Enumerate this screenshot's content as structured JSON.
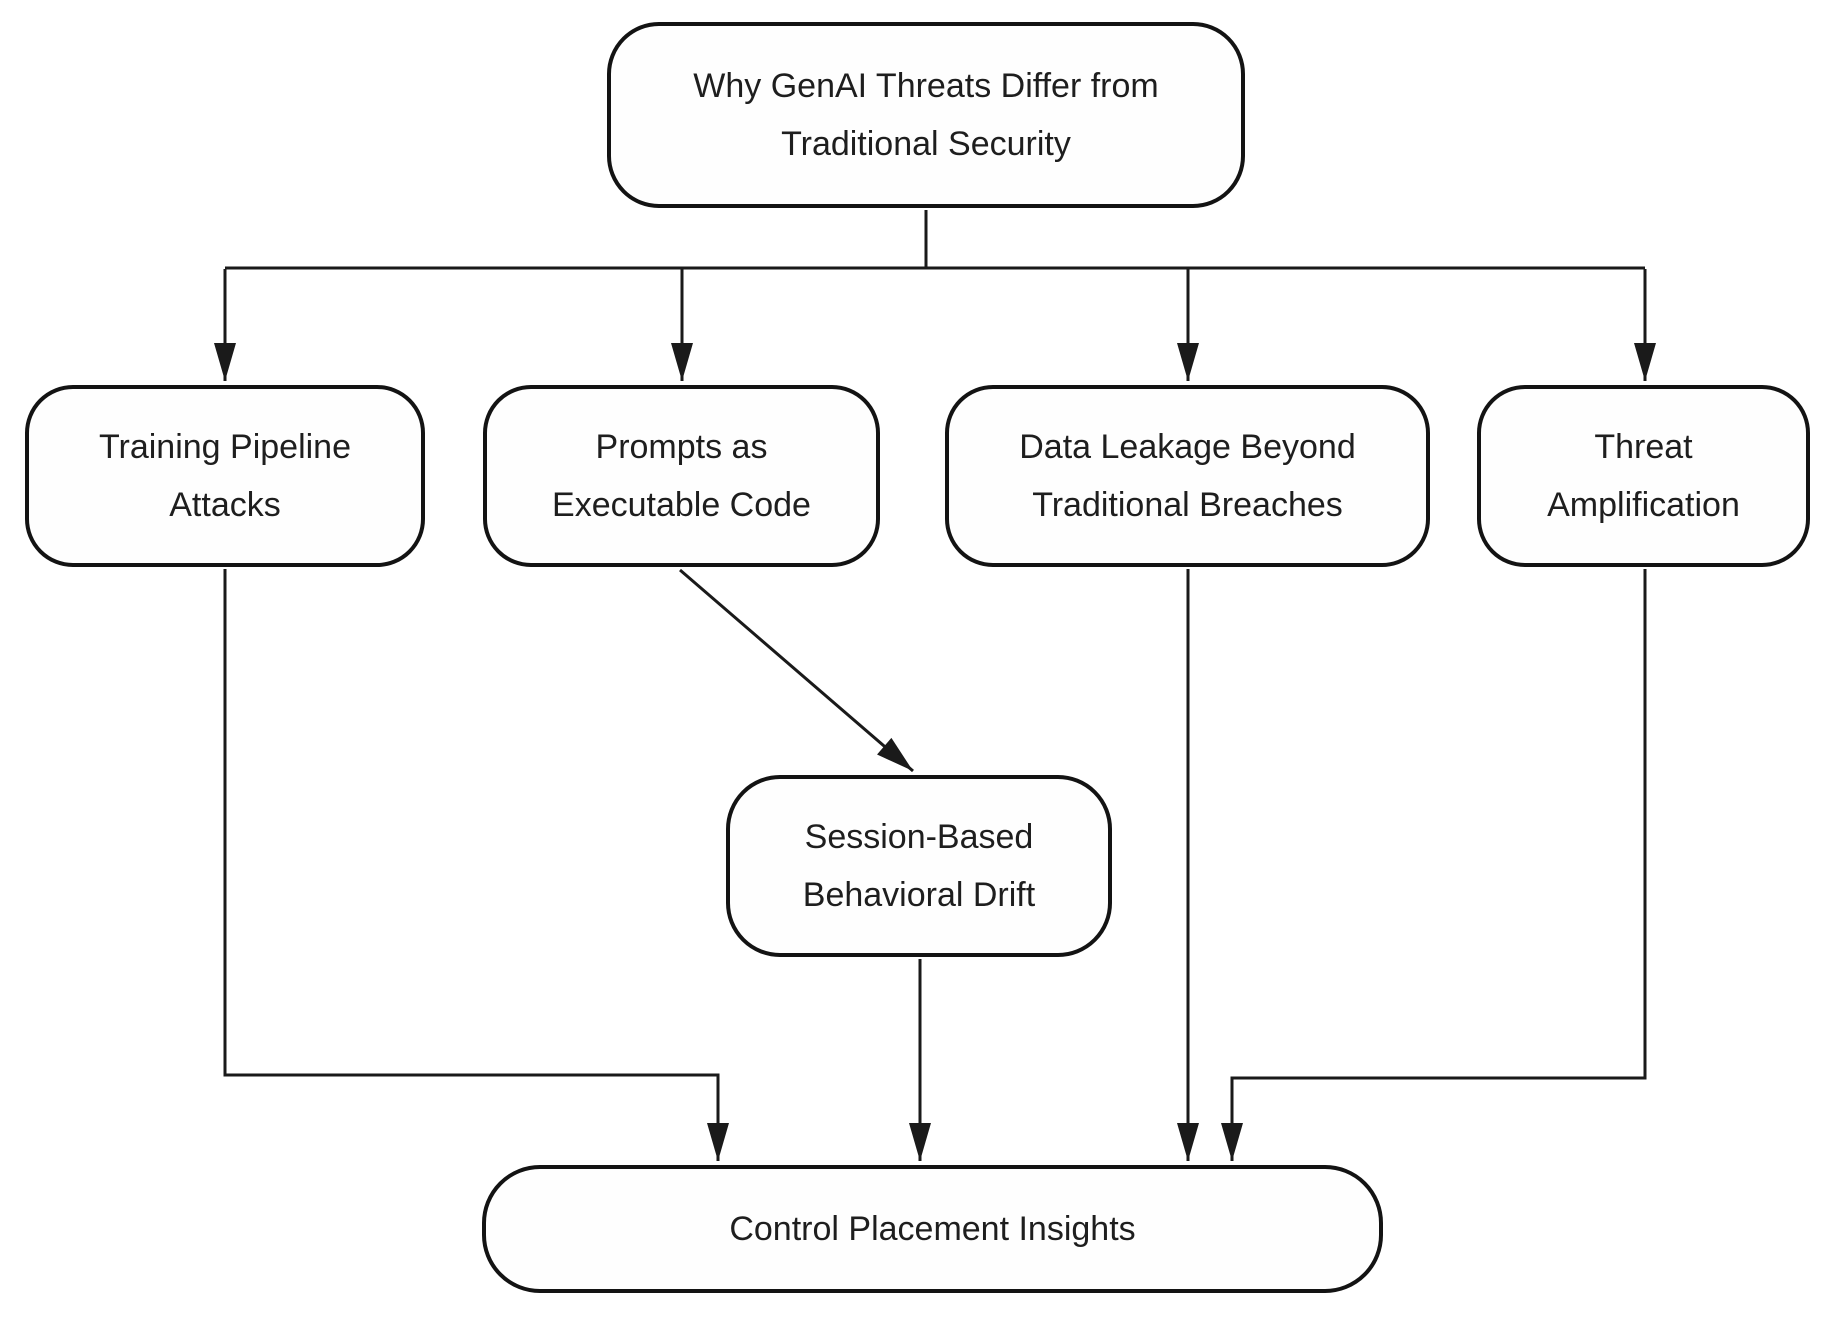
{
  "nodes": {
    "root": {
      "label": "Why GenAI Threats Differ from\nTraditional Security"
    },
    "training": {
      "label": "Training Pipeline\nAttacks"
    },
    "prompts": {
      "label": "Prompts as\nExecutable Code"
    },
    "leakage": {
      "label": "Data Leakage Beyond\nTraditional Breaches"
    },
    "amplification": {
      "label": "Threat\nAmplification"
    },
    "drift": {
      "label": "Session-Based\nBehavioral Drift"
    },
    "insights": {
      "label": "Control Placement Insights"
    }
  },
  "edges": [
    {
      "from": "root",
      "to": "training"
    },
    {
      "from": "root",
      "to": "prompts"
    },
    {
      "from": "root",
      "to": "leakage"
    },
    {
      "from": "root",
      "to": "amplification"
    },
    {
      "from": "prompts",
      "to": "drift"
    },
    {
      "from": "training",
      "to": "insights"
    },
    {
      "from": "drift",
      "to": "insights"
    },
    {
      "from": "leakage",
      "to": "insights"
    },
    {
      "from": "amplification",
      "to": "insights"
    }
  ],
  "colors": {
    "line": "#1a1a1a",
    "node_border": "#131313",
    "node_fill": "#ffffff",
    "text": "#1e1e1e",
    "background": "#ffffff"
  }
}
